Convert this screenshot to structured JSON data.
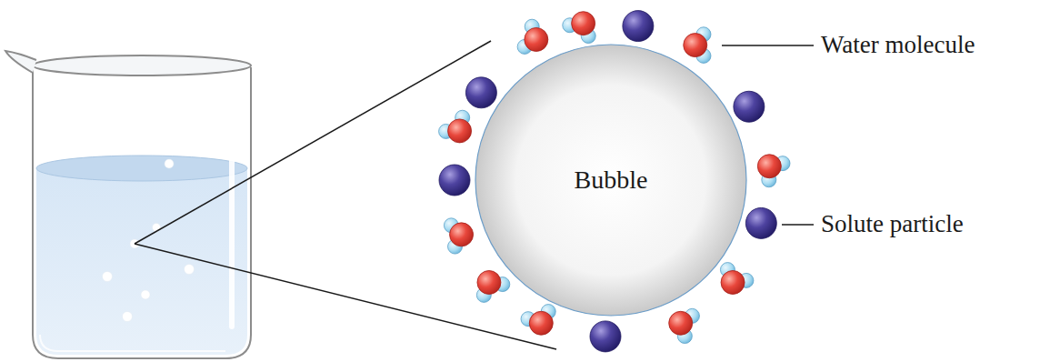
{
  "diagram": {
    "nodes": [
      {
        "text": [
          "Bubble"
        ]
      }
    ],
    "labels": [
      "Water molecule",
      "Solute particle"
    ]
  }
}
